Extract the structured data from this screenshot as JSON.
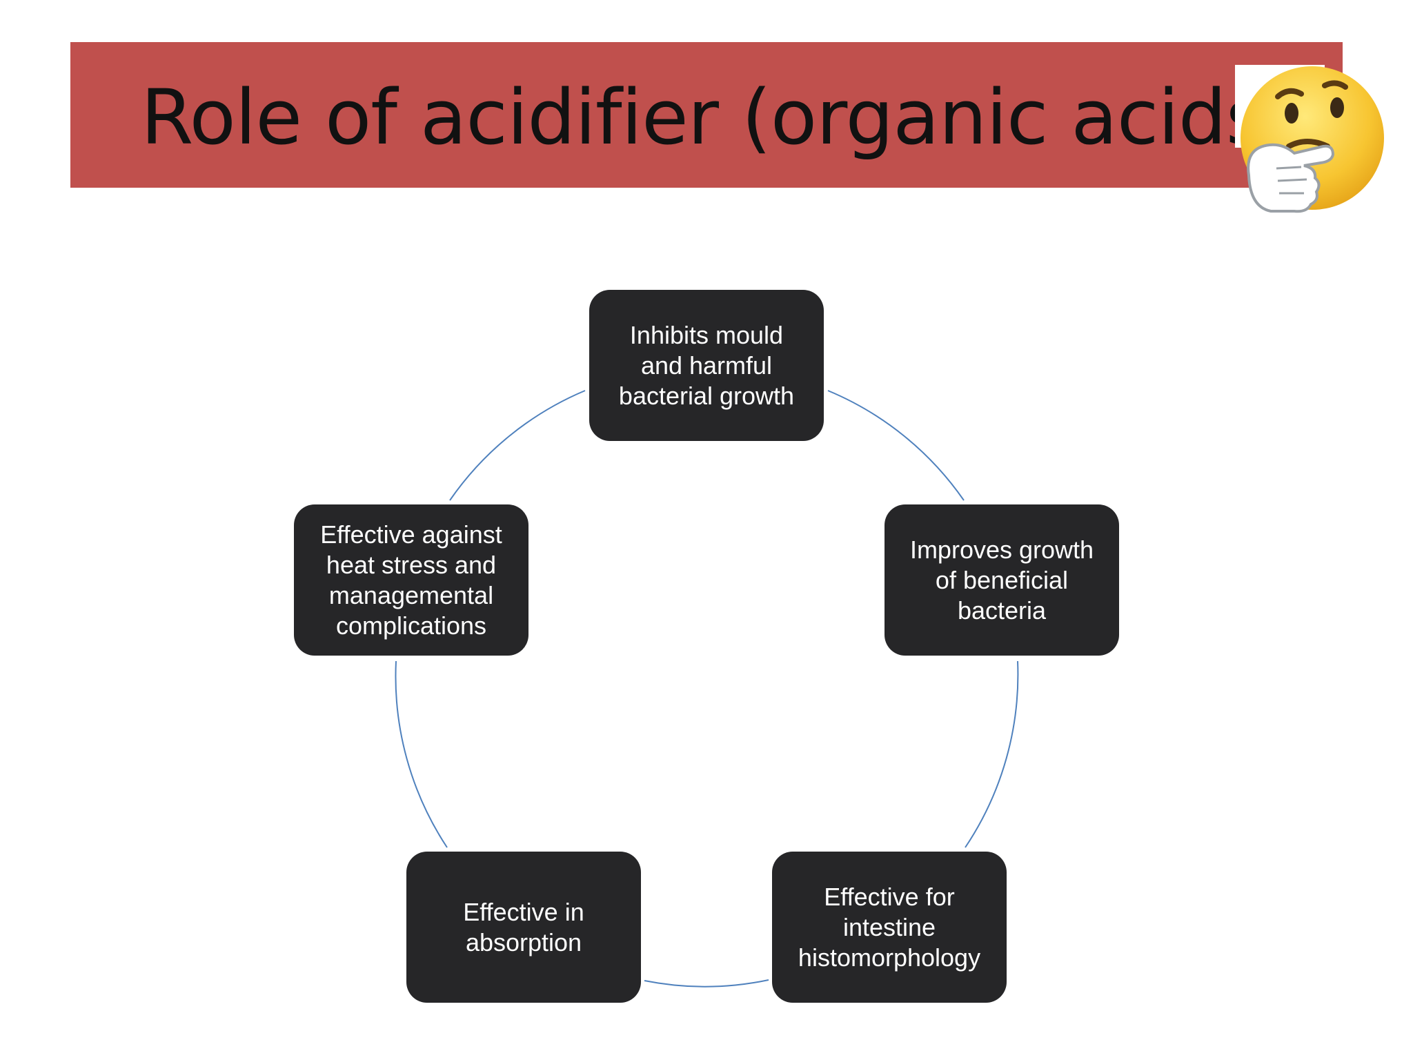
{
  "slide": {
    "title": "Role of acidifier (organic acids )",
    "title_bar_color": "#c0504d",
    "decoration": "thinking-face-emoji"
  },
  "cycle": {
    "connector_color": "#4f81bd",
    "node_color": "#262628",
    "nodes": [
      {
        "label": "Inhibits mould\nand harmful\nbacterial growth"
      },
      {
        "label": "Improves growth\nof beneficial\nbacteria"
      },
      {
        "label": "Effective for\nintestine\nhistomorphology"
      },
      {
        "label": "Effective in\nabsorption"
      },
      {
        "label": "Effective against\nheat stress and\nmanagemental\ncomplications"
      }
    ]
  }
}
